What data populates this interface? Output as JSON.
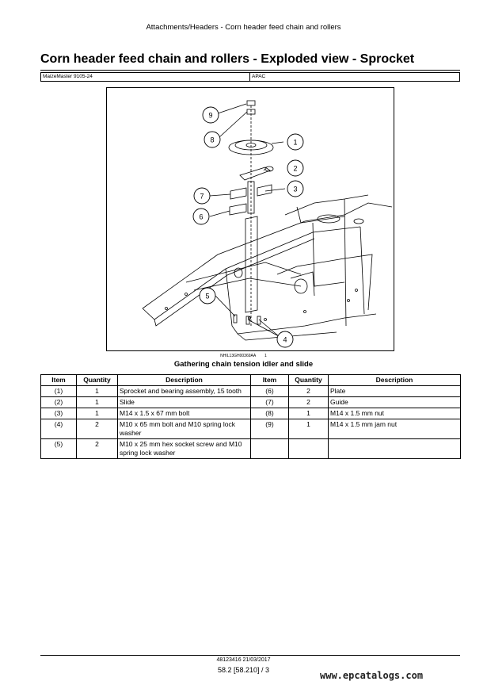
{
  "header": {
    "text": "Attachments/Headers - Corn header feed chain and rollers"
  },
  "title": "Corn header feed chain and rollers - Exploded view - Sprocket",
  "model_bar": {
    "model": "MaizeMaster 9105-24",
    "region": "APAC"
  },
  "figure": {
    "callouts": [
      "1",
      "2",
      "3",
      "4",
      "5",
      "6",
      "7",
      "8",
      "9"
    ],
    "code": "NHIL13GH00369AA",
    "figure_number": "1",
    "caption": "Gathering chain tension idler and slide"
  },
  "table": {
    "headers": [
      "Item",
      "Quantity",
      "Description",
      "Item",
      "Quantity",
      "Description"
    ],
    "rows": [
      [
        "(1)",
        "1",
        "Sprocket and bearing assembly, 15 tooth",
        "(6)",
        "2",
        "Plate"
      ],
      [
        "(2)",
        "1",
        "Slide",
        "(7)",
        "2",
        "Guide"
      ],
      [
        "(3)",
        "1",
        "M14 x 1.5 x 67 mm bolt",
        "(8)",
        "1",
        "M14 x 1.5 mm nut"
      ],
      [
        "(4)",
        "2",
        "M10 x 65 mm bolt and M10 spring lock washer",
        "(9)",
        "1",
        "M14 x 1.5 mm jam nut"
      ],
      [
        "(5)",
        "2",
        "M10 x 25 mm hex socket screw and M10 spring lock washer",
        "",
        "",
        ""
      ]
    ]
  },
  "footer": {
    "doc": "48123416 21/03/2017",
    "page": "58.2 [58.210] / 3"
  },
  "watermark": "www.epcatalogs.com"
}
